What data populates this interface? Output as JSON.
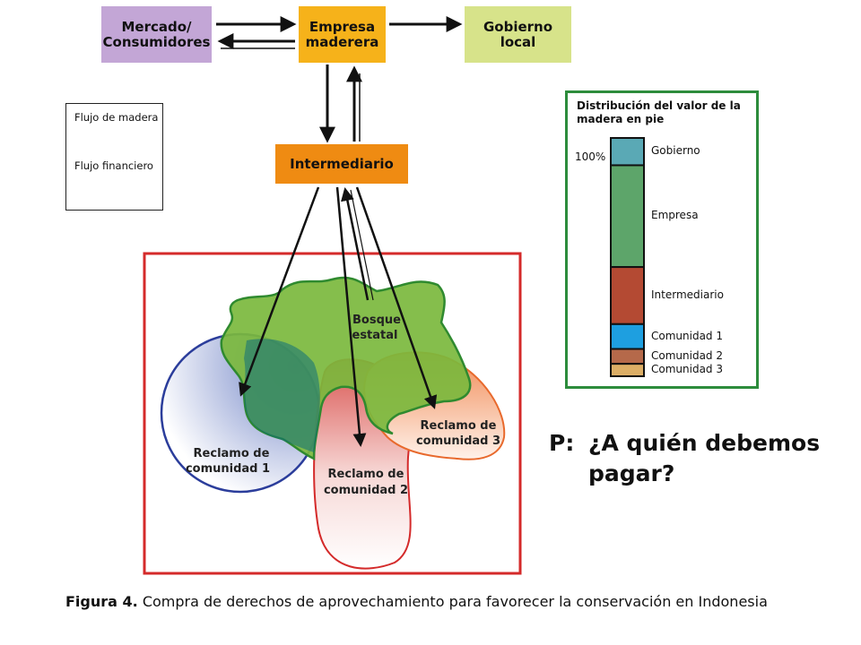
{
  "flow_boxes": {
    "mercado": "Mercado/\nConsumidores",
    "empresa": "Empresa\nmaderera",
    "gobierno": "Gobierno\nlocal",
    "intermediario": "Intermediario"
  },
  "legend": {
    "wood_flow": "Flujo de madera",
    "financial_flow": "Flujo financiero"
  },
  "regions": {
    "bosque_line1": "Bosque",
    "bosque_line2": "estatal",
    "claim1_line1": "Reclamo de",
    "claim1_line2": "comunidad 1",
    "claim2_line1": "Reclamo de",
    "claim2_line2": "comunidad 2",
    "claim3_line1": "Reclamo de",
    "claim3_line2": "comunidad 3"
  },
  "distribution": {
    "title": "Distribución del valor de la madera en pie",
    "top_label": "100%",
    "segments": [
      {
        "label": "Gobierno",
        "fraction": 0.11,
        "color": "#5aa9b5"
      },
      {
        "label": "Empresa",
        "fraction": 0.41,
        "color": "#5da56a"
      },
      {
        "label": "Intermediario",
        "fraction": 0.23,
        "color": "#b44a33"
      },
      {
        "label": "Comunidad 1",
        "fraction": 0.1,
        "color": "#1e9fe0"
      },
      {
        "label": "Comunidad 2",
        "fraction": 0.06,
        "color": "#b5694a"
      },
      {
        "label": "Comunidad 3",
        "fraction": 0.05,
        "color": "#dcae66"
      }
    ]
  },
  "question": {
    "prefix": "P:",
    "line1": "¿A quién debemos",
    "line2": "pagar?"
  },
  "caption": {
    "label": "Figura 4.",
    "text": " Compra de derechos de aprovechamiento para favorecer la conservación en Indonesia"
  },
  "colors": {
    "mercado": "#c3a6d6",
    "empresa": "#f6b21a",
    "gobierno": "#d7e38a",
    "intermediario": "#ef8b12",
    "forest_frame": "#d42a2a",
    "distribution_frame": "#2d8c3c"
  }
}
